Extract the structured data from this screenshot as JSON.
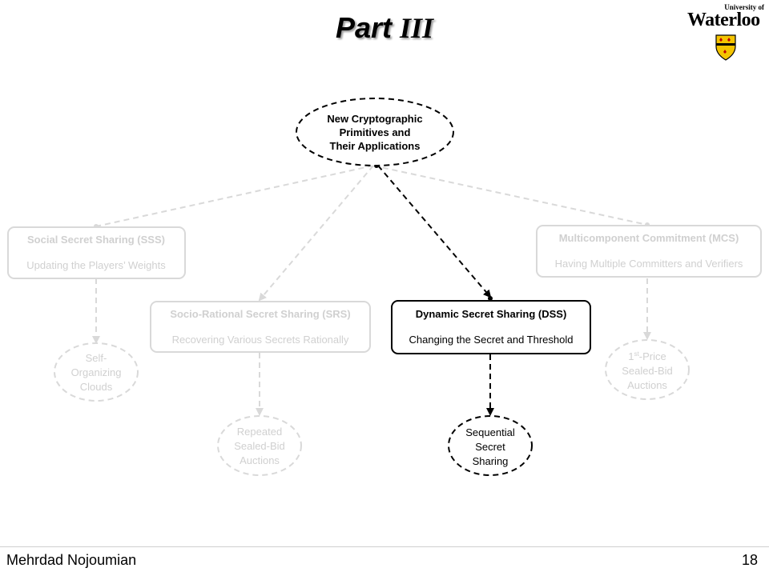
{
  "slide": {
    "title_main": "Part",
    "title_roman": "III",
    "author": "Mehrdad Nojoumian",
    "page_number": "18"
  },
  "logo": {
    "top_text": "University of",
    "name": "Waterloo",
    "icon": "university-crest-icon"
  },
  "diagram": {
    "root": {
      "lines": [
        "New Cryptographic",
        "Primitives and",
        "Their Applications"
      ]
    },
    "boxes": {
      "sss": {
        "title": "Social Secret Sharing (SSS)",
        "subtitle": "Updating the Players’ Weights"
      },
      "mcs": {
        "title": "Multicomponent Commitment (MCS)",
        "subtitle": "Having Multiple Committers and Verifiers"
      },
      "srs": {
        "title": "Socio-Rational Secret Sharing (SRS)",
        "subtitle": "Recovering Various Secrets Rationally"
      },
      "dss": {
        "title": "Dynamic Secret Sharing (DSS)",
        "subtitle": "Changing the Secret and Threshold"
      }
    },
    "leaves": {
      "clouds": {
        "lines": [
          "Self-",
          "Organizing",
          "Clouds"
        ]
      },
      "repeated": {
        "lines": [
          "Repeated",
          "Sealed-Bid",
          "Auctions"
        ]
      },
      "sequential": {
        "lines": [
          "Sequential",
          "Secret",
          "Sharing"
        ]
      },
      "first_price": {
        "lines_base": "1",
        "superscript": "st",
        "lines_rest": "-Price",
        "line2": "Sealed-Bid",
        "line3": "Auctions"
      }
    },
    "colors": {
      "active": "#000000",
      "faded": "#d9d9d9",
      "faded_text": "#d0d0d0"
    }
  }
}
